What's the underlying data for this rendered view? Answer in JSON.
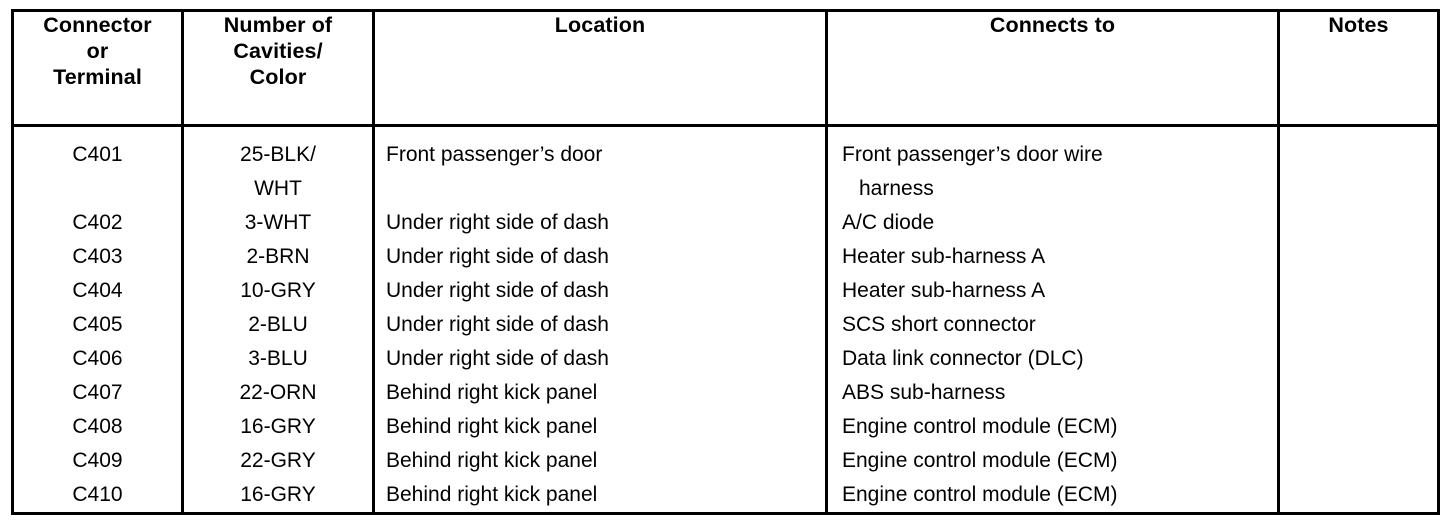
{
  "table": {
    "title": "Connector or Terminal reference table",
    "columns": [
      {
        "key": "connector",
        "header": "Connector\nor\nTerminal",
        "align": "center"
      },
      {
        "key": "cavities",
        "header": "Number of\nCavities/\nColor",
        "align": "center"
      },
      {
        "key": "location",
        "header": "Location",
        "align": "left"
      },
      {
        "key": "connects",
        "header": "Connects to",
        "align": "left"
      },
      {
        "key": "notes",
        "header": "Notes",
        "align": "center"
      }
    ],
    "rows": [
      {
        "connector": "C401",
        "cavities_lines": [
          "25-BLK/",
          "WHT"
        ],
        "cavities": "25-BLK/WHT",
        "location_lines": [
          "Front passenger’s door",
          ""
        ],
        "location": "Front passenger’s door",
        "connects_lines": [
          "Front passenger’s door wire",
          "harness"
        ],
        "connects": "Front passenger’s door wire harness",
        "notes": ""
      },
      {
        "connector": "C402",
        "cavities_lines": [
          "3-WHT"
        ],
        "cavities": "3-WHT",
        "location_lines": [
          "Under right side of dash"
        ],
        "location": "Under right side of dash",
        "connects_lines": [
          "A/C diode"
        ],
        "connects": "A/C diode",
        "notes": ""
      },
      {
        "connector": "C403",
        "cavities_lines": [
          "2-BRN"
        ],
        "cavities": "2-BRN",
        "location_lines": [
          "Under right side of dash"
        ],
        "location": "Under right side of dash",
        "connects_lines": [
          "Heater sub-harness A"
        ],
        "connects": "Heater sub-harness A",
        "notes": ""
      },
      {
        "connector": "C404",
        "cavities_lines": [
          "10-GRY"
        ],
        "cavities": "10-GRY",
        "location_lines": [
          "Under right side of dash"
        ],
        "location": "Under right side of dash",
        "connects_lines": [
          "Heater sub-harness A"
        ],
        "connects": "Heater sub-harness A",
        "notes": ""
      },
      {
        "connector": "C405",
        "cavities_lines": [
          "2-BLU"
        ],
        "cavities": "2-BLU",
        "location_lines": [
          "Under right side of dash"
        ],
        "location": "Under right side of dash",
        "connects_lines": [
          "SCS short connector"
        ],
        "connects": "SCS short connector",
        "notes": ""
      },
      {
        "connector": "C406",
        "cavities_lines": [
          "3-BLU"
        ],
        "cavities": "3-BLU",
        "location_lines": [
          "Under right side of dash"
        ],
        "location": "Under right side of dash",
        "connects_lines": [
          "Data link connector (DLC)"
        ],
        "connects": "Data link connector (DLC)",
        "notes": ""
      },
      {
        "connector": "C407",
        "cavities_lines": [
          "22-ORN"
        ],
        "cavities": "22-ORN",
        "location_lines": [
          "Behind right kick panel"
        ],
        "location": "Behind right kick panel",
        "connects_lines": [
          "ABS sub-harness"
        ],
        "connects": "ABS sub-harness",
        "notes": ""
      },
      {
        "connector": "C408",
        "cavities_lines": [
          "16-GRY"
        ],
        "cavities": "16-GRY",
        "location_lines": [
          "Behind right kick panel"
        ],
        "location": "Behind right kick panel",
        "connects_lines": [
          "Engine control module (ECM)"
        ],
        "connects": "Engine control module (ECM)",
        "notes": ""
      },
      {
        "connector": "C409",
        "cavities_lines": [
          "22-GRY"
        ],
        "cavities": "22-GRY",
        "location_lines": [
          "Behind right kick panel"
        ],
        "location": "Behind right kick panel",
        "connects_lines": [
          "Engine control module (ECM)"
        ],
        "connects": "Engine control module (ECM)",
        "notes": ""
      },
      {
        "connector": "C410",
        "cavities_lines": [
          "16-GRY"
        ],
        "cavities": "16-GRY",
        "location_lines": [
          "Behind right kick panel"
        ],
        "location": "Behind right kick panel",
        "connects_lines": [
          "Engine control module (ECM)"
        ],
        "connects": "Engine control module (ECM)",
        "notes": ""
      }
    ]
  },
  "colors": {
    "ink": "#000000",
    "paper": "#ffffff"
  }
}
